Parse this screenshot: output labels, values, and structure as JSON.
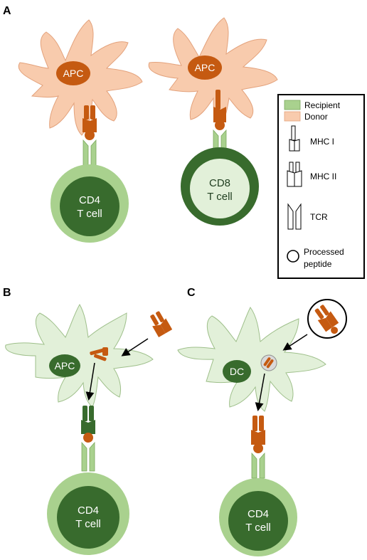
{
  "panels": {
    "a": "A",
    "b": "B",
    "c": "C"
  },
  "cells": {
    "apc": "APC",
    "dc": "DC",
    "cd4_line1": "CD4",
    "cd8_line1": "CD8",
    "tcell_line2": "T cell"
  },
  "legend": {
    "recipient": "Recipient",
    "donor": "Donor",
    "mhc1": "MHC I",
    "mhc2": "MHC II",
    "tcr": "TCR",
    "peptide_line1": "Processed",
    "peptide_line2": "peptide"
  },
  "colors": {
    "recipient_fill": "#a9d18e",
    "donor_fill": "#f8cbad",
    "donor_dark": "#c55a11",
    "recipient_dark": "#386b2d",
    "recipient_light": "#e2f0d9"
  }
}
